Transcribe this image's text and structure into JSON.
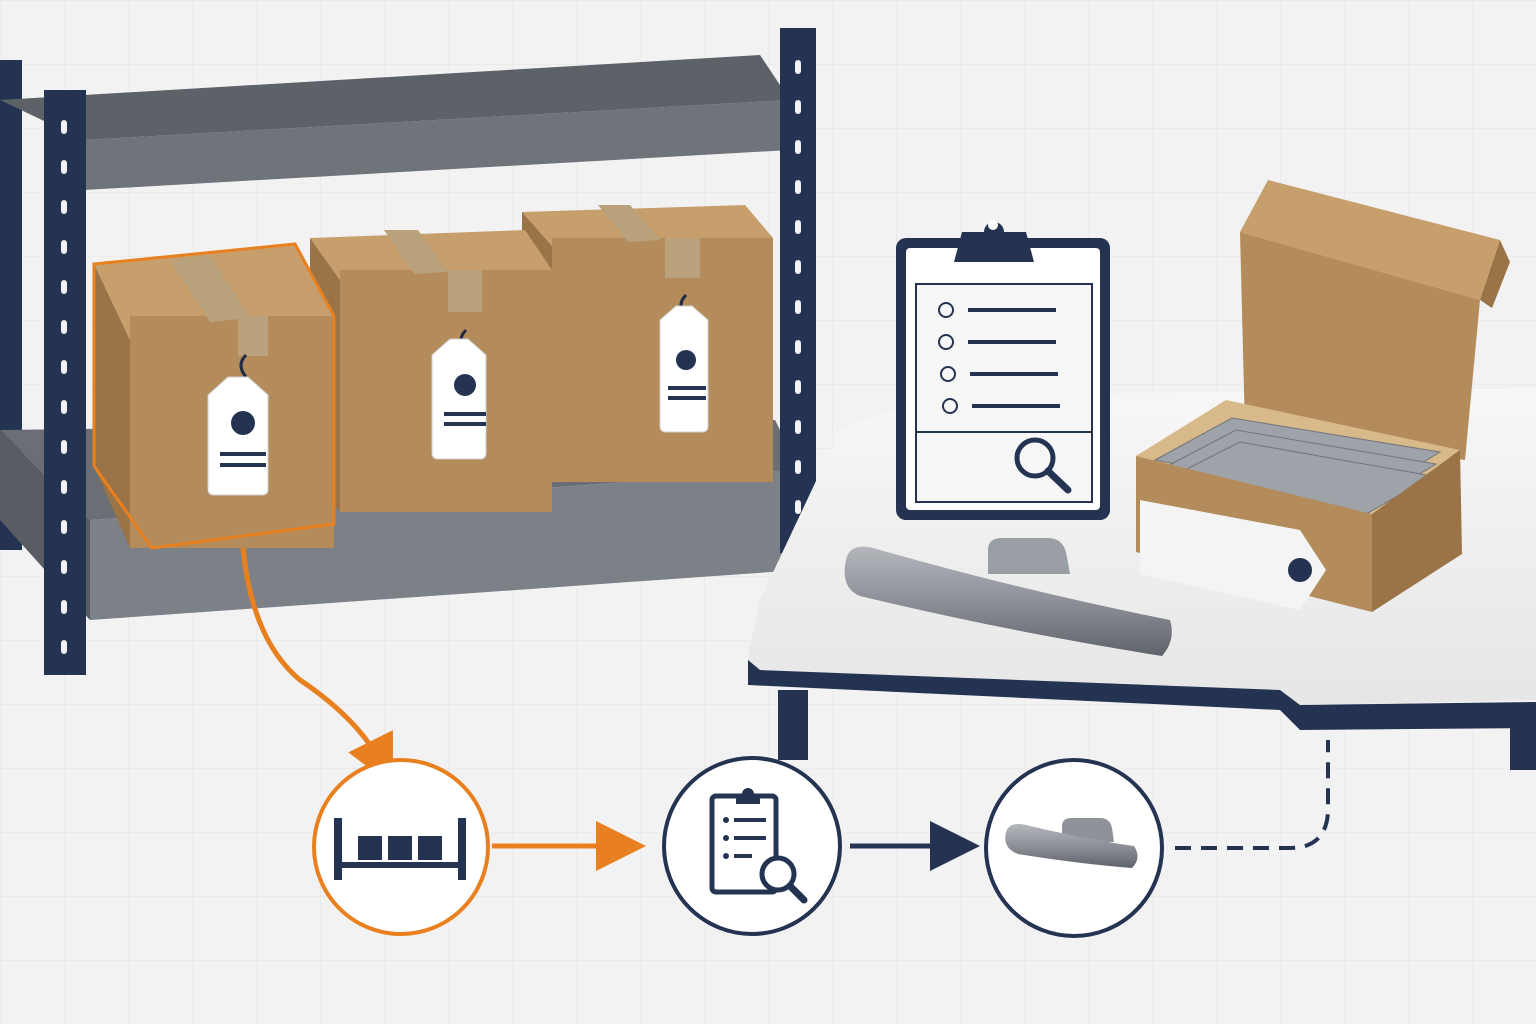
{
  "colors": {
    "background": "#f2f2f2",
    "grid": "#e6e6e6",
    "accent_orange": "#e8801f",
    "navy": "#243352",
    "shelf_grey": "#6d7075",
    "cardboard": "#b48b5a",
    "cardboard_dark": "#9a7347",
    "tape": "#b9a27c",
    "metal": "#8a8e95",
    "white": "#ffffff"
  },
  "scene": {
    "shelf": {
      "icon": "storage-shelf",
      "boxes": [
        {
          "id": "box-1",
          "selected": true,
          "tag_icon": "label-tag"
        },
        {
          "id": "box-2",
          "selected": false,
          "tag_icon": "label-tag"
        },
        {
          "id": "box-3",
          "selected": false,
          "tag_icon": "label-tag"
        }
      ]
    },
    "table": {
      "items": [
        {
          "icon": "clipboard-checklist-with-magnifier"
        },
        {
          "icon": "wheel-balance-weight"
        },
        {
          "icon": "open-box-of-weights"
        }
      ]
    }
  },
  "workflow": {
    "steps": [
      {
        "id": "storage",
        "icon": "shelf-icon",
        "active": true
      },
      {
        "id": "inspection",
        "icon": "clipboard-search-icon",
        "active": false
      },
      {
        "id": "weight",
        "icon": "wheel-weight-icon",
        "active": false
      }
    ],
    "connectors": [
      {
        "from": "storage",
        "to": "inspection",
        "style": "solid",
        "color": "orange"
      },
      {
        "from": "inspection",
        "to": "weight",
        "style": "solid",
        "color": "navy"
      },
      {
        "from": "weight",
        "to": "table",
        "style": "dashed",
        "color": "navy"
      }
    ]
  }
}
